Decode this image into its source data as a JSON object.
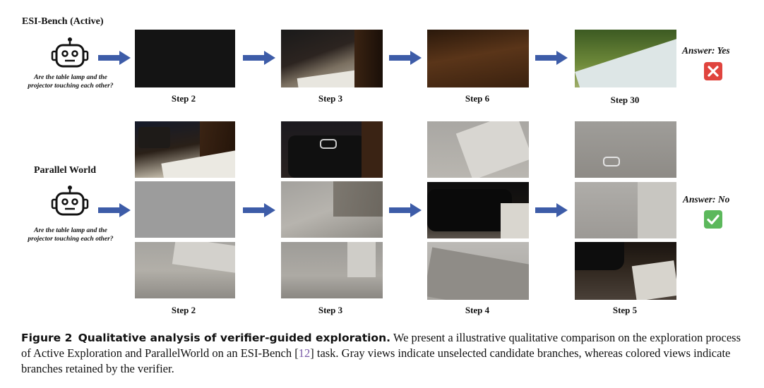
{
  "row1": {
    "title": "ESI-Bench (Active)",
    "question": "Are the table lamp and the projector touching each other?",
    "steps": [
      "Step 2",
      "Step 3",
      "Step 6",
      "Step 30"
    ],
    "answer": "Answer: Yes",
    "answer_mark": "cross-mark-icon",
    "answer_color": "#e0443e"
  },
  "row2": {
    "title": "Parallel World",
    "question": "Are the table lamp and the projector touching each other?",
    "steps": [
      "Step 2",
      "Step 3",
      "Step 4",
      "Step 5"
    ],
    "answer": "Answer: No",
    "answer_mark": "check-mark-icon",
    "answer_color": "#5cb85c"
  },
  "caption": {
    "figure_label": "Figure 2",
    "figure_title": "Qualitative analysis of verifier-guided exploration.",
    "text_before_ref": " We present a illustrative qualitative comparison on the exploration process of Active Exploration and ParallelWorld on an ESI-Bench [",
    "ref": "12",
    "text_after_ref": "] task. Gray views indicate unselected candidate branches, whereas colored views indicate branches retained by the verifier."
  },
  "colors": {
    "arrow": "#3d5ca8",
    "selected_dark": "#121212",
    "wood": "#4a2d16",
    "unselected_gray": "#9d9d9d"
  }
}
